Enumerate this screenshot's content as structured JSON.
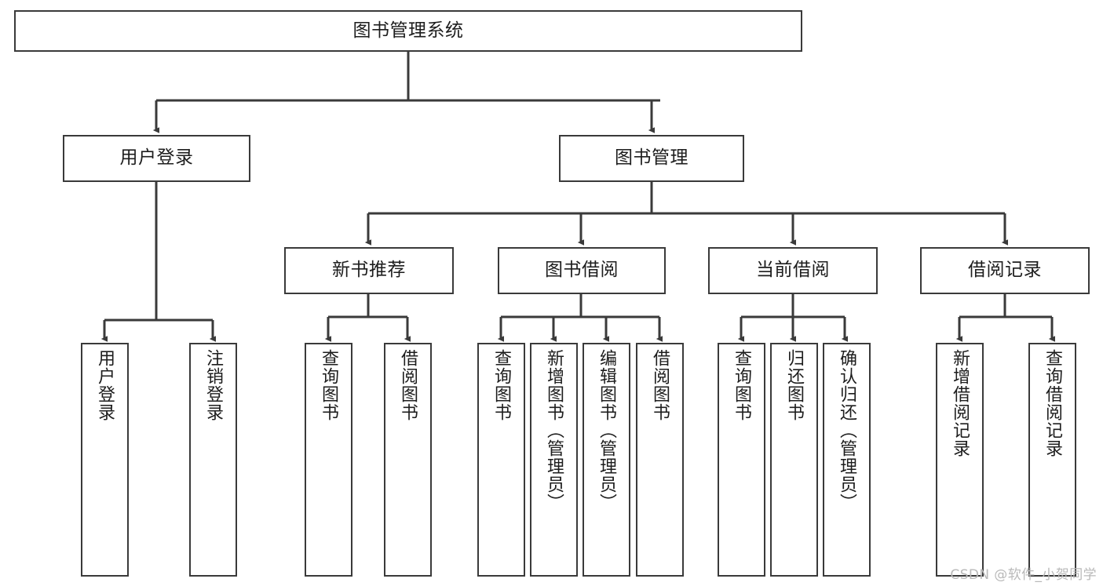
{
  "diagram": {
    "title": "图书管理系统",
    "type": "tree",
    "stroke_color": "#3a3a3a",
    "fill_color": "#ffffff",
    "text_color": "#1d1d1d",
    "watermark": "CSDN @软件_小贺同学",
    "nodes": {
      "root": {
        "label": "图书管理系统"
      },
      "level1": [
        {
          "id": "user-login",
          "label": "用户登录"
        },
        {
          "id": "book-manage",
          "label": "图书管理"
        }
      ],
      "level2": [
        {
          "id": "new-book-recommend",
          "label": "新书推荐"
        },
        {
          "id": "book-borrow",
          "label": "图书借阅"
        },
        {
          "id": "current-borrow",
          "label": "当前借阅"
        },
        {
          "id": "borrow-record",
          "label": "借阅记录"
        }
      ],
      "leaves": {
        "user_login": [
          {
            "id": "leaf-user-login",
            "label": "用户登录"
          },
          {
            "id": "leaf-logout-login",
            "label": "注销登录"
          }
        ],
        "new_book_recommend": [
          {
            "id": "leaf-query-book-1",
            "label": "查询图书"
          },
          {
            "id": "leaf-borrow-book-1",
            "label": "借阅图书"
          }
        ],
        "book_borrow": [
          {
            "id": "leaf-query-book-2",
            "label": "查询图书"
          },
          {
            "id": "leaf-add-book",
            "label": "新增图书（管理员）"
          },
          {
            "id": "leaf-edit-book",
            "label": "编辑图书（管理员）"
          },
          {
            "id": "leaf-borrow-book-2",
            "label": "借阅图书"
          }
        ],
        "current_borrow": [
          {
            "id": "leaf-query-book-3",
            "label": "查询图书"
          },
          {
            "id": "leaf-return-book",
            "label": "归还图书"
          },
          {
            "id": "leaf-confirm-return",
            "label": "确认归还（管理员）"
          }
        ],
        "borrow_record": [
          {
            "id": "leaf-add-record",
            "label": "新增借阅记录"
          },
          {
            "id": "leaf-query-record",
            "label": "查询借阅记录"
          }
        ]
      }
    }
  }
}
